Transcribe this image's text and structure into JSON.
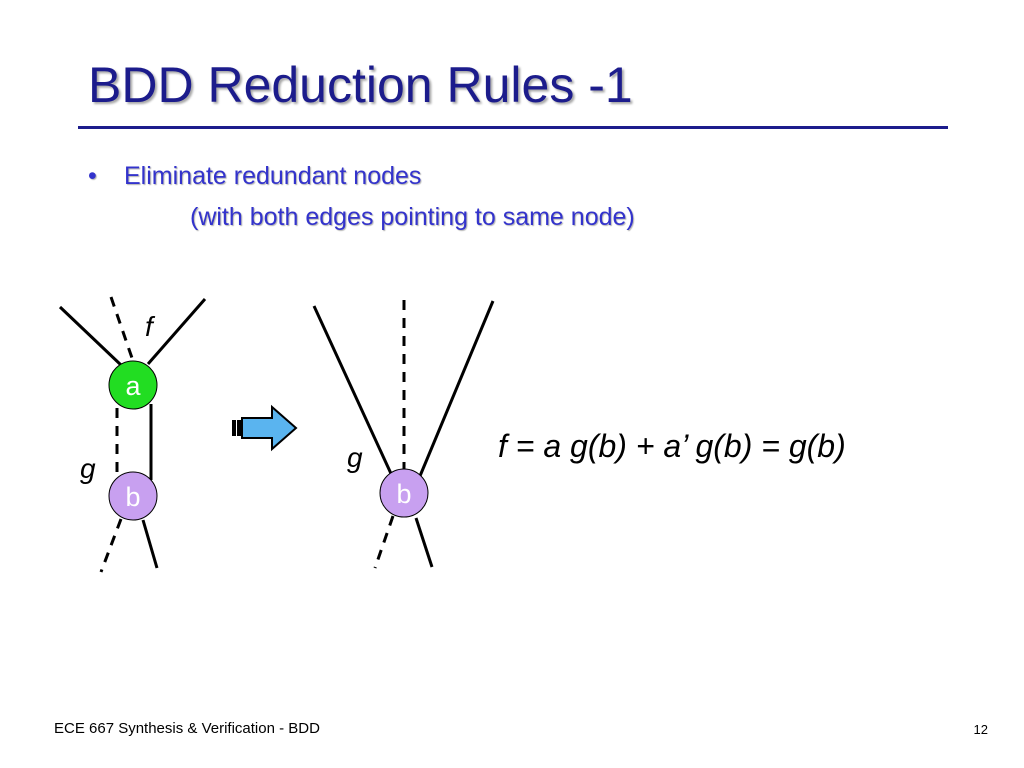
{
  "slide": {
    "title": "BDD Reduction Rules -1",
    "bullet_marker": "•",
    "bullet": "Eliminate redundant nodes",
    "subbullet": "(with both edges pointing to same node)",
    "footer": "ECE 667 Synthesis & Verification - BDD",
    "page_number": "12"
  },
  "diagram": {
    "left": {
      "node_a_label": "a",
      "node_b_label": "b",
      "label_f": "f",
      "label_g": "g"
    },
    "right": {
      "node_b_label": "b",
      "label_g": "g"
    },
    "arrow_icon": "right-arrow-icon",
    "equation": "f = a g(b) + a’ g(b) = g(b)"
  },
  "colors": {
    "title": "#1c1c8c",
    "bullet_text": "#3333cc",
    "node_a_fill": "#22dd22",
    "node_b_fill": "#c8a0f0",
    "arrow_fill": "#5ab4ef"
  }
}
